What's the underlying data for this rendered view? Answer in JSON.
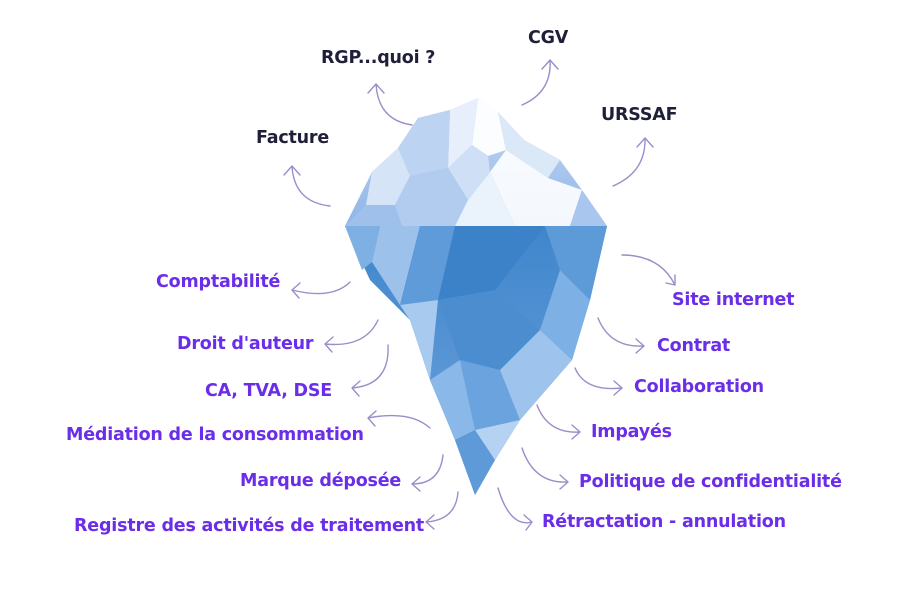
{
  "above_water": [
    "RGP...quoi ?",
    "CGV",
    "Facture",
    "URSSAF"
  ],
  "below_water": {
    "left": [
      "Comptabilité",
      "Droit d'auteur",
      "CA, TVA, DSE",
      "Médiation de la consommation",
      "Marque déposée",
      "Registre des activités de traitement"
    ],
    "right": [
      "Site internet",
      "Contrat",
      "Collaboration",
      "Impayés",
      "Politique de confidentialité",
      "Rétractation - annulation"
    ]
  },
  "colors": {
    "above_text": "#1f1f3a",
    "below_text": "#6b2ee8",
    "arrow": "#9b8ec9",
    "ice_tip": "#a9c6ec",
    "ice_below": "#4a8ed0"
  }
}
